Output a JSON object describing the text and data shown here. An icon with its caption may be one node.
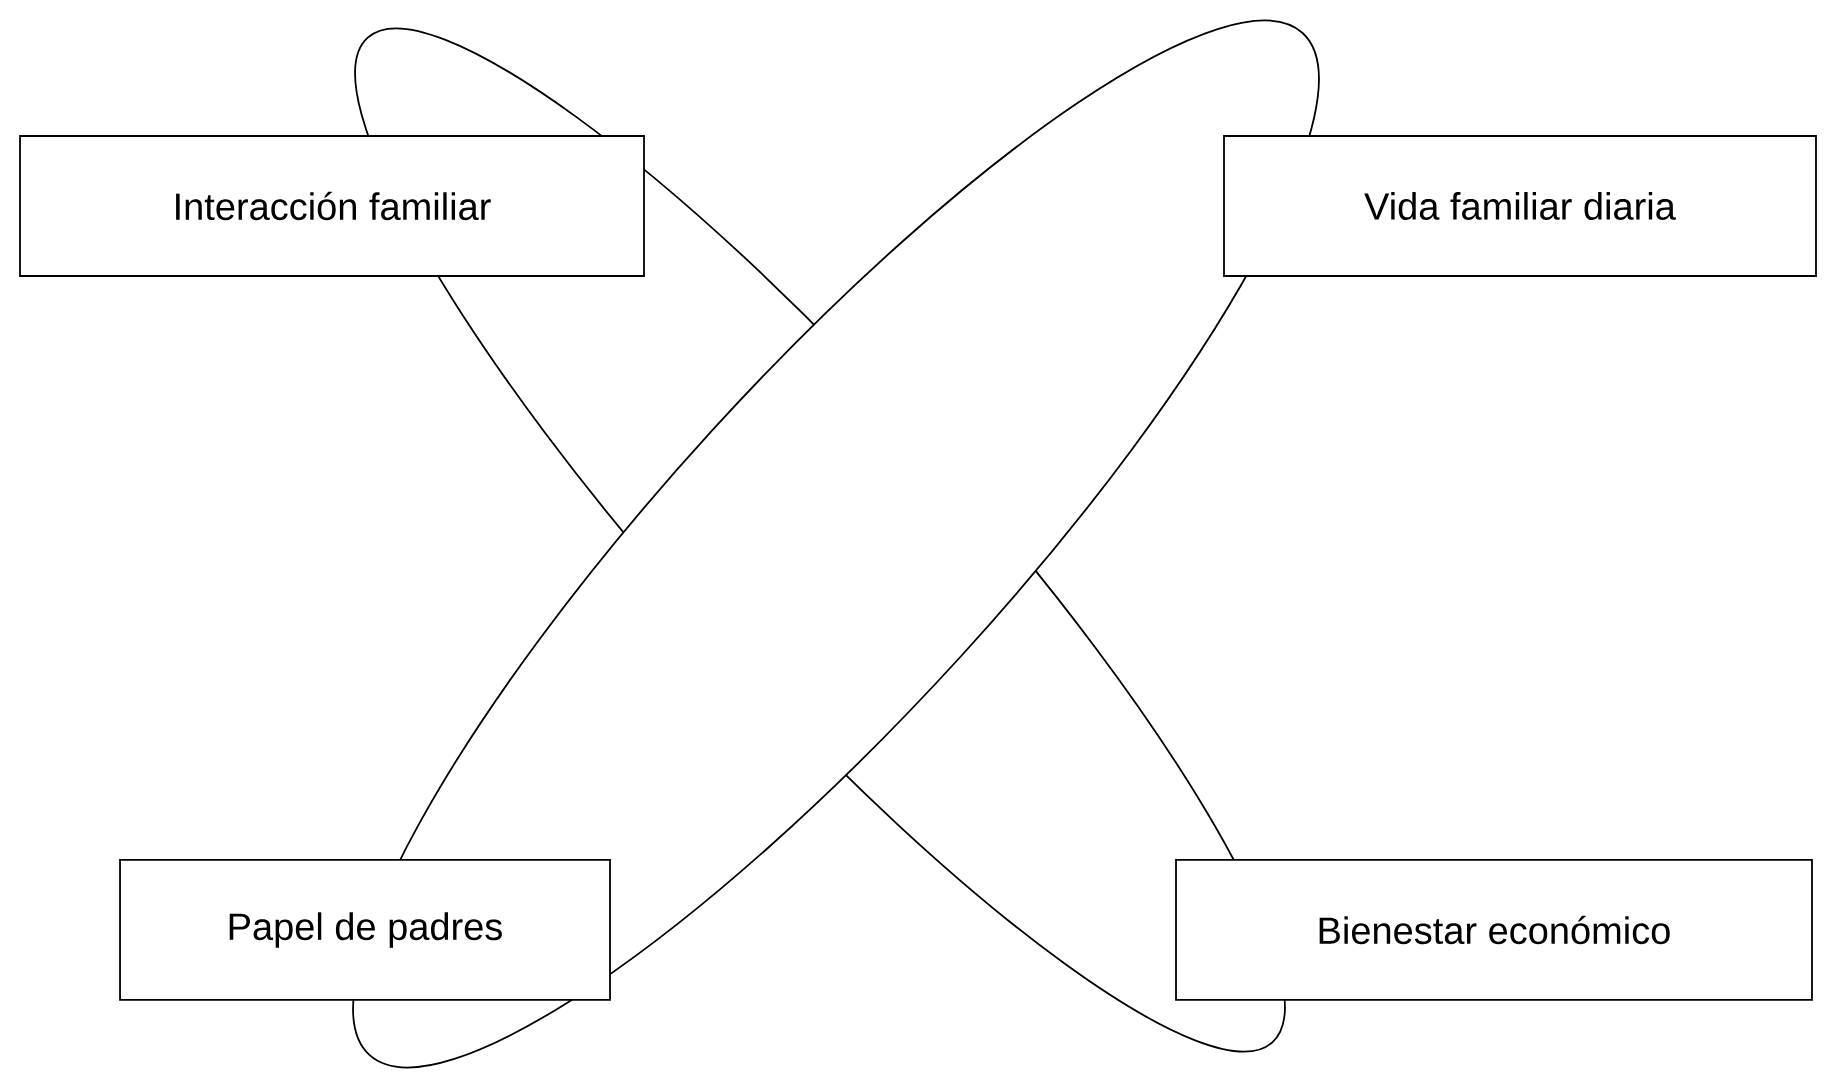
{
  "diagram": {
    "nodes": [
      {
        "text": [
          "Interacción familiar"
        ]
      },
      {
        "text": [
          "Vida familiar diaria"
        ]
      },
      {
        "text": [
          "Papel de padres"
        ]
      },
      {
        "text": [
          "Bienestar económico"
        ]
      }
    ]
  }
}
